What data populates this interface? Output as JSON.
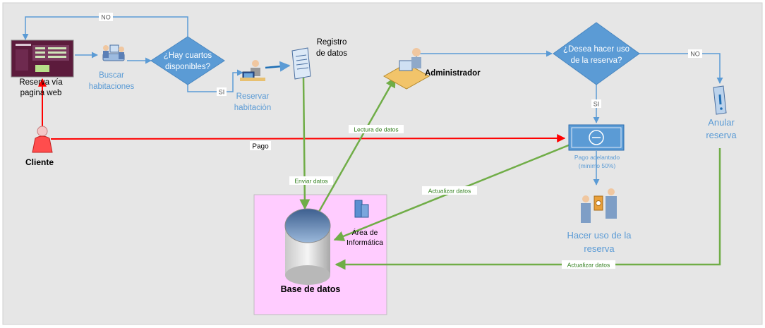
{
  "nodes": {
    "web": "Reserva vía pagina web",
    "buscar": "Buscar habitaciones",
    "decision1": "¿Hay cuartos disponibles?",
    "reservar": "Reservar habitaciòn",
    "registro": "Registro de datos",
    "admin": "Administrador",
    "decision2": "¿Desea hacer uso de la reserva?",
    "anular": "Anular reserva",
    "pago": "Pago adelantado (minimo 50%)",
    "uso": "Hacer uso de la reserva",
    "cliente": "Cliente",
    "area": "Área de Informática",
    "bd": "Base de datos"
  },
  "edges": {
    "no1": "NO",
    "si1": "SI",
    "si2": "SI",
    "no2": "NO",
    "pago": "Pago",
    "lectura": "Lectura de datos",
    "enviar": "Enviar datos",
    "actualizar1": "Actualizar datos",
    "actualizar2": "Actualizar datos"
  },
  "colors": {
    "background": "#e6e6e6",
    "blue_shape": "#5b9bd5",
    "blue_text": "#5b9bd5",
    "red": "#ff0000",
    "green": "#70ad47",
    "pink": "#ffccff",
    "label_green": "#2e7d1a"
  }
}
